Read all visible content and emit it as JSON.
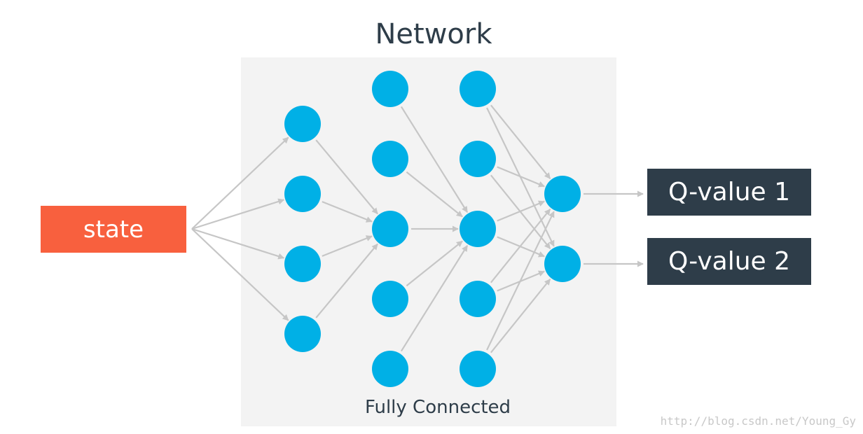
{
  "title": "Network",
  "subtitle": "Fully Connected",
  "input_label": "state",
  "outputs": [
    "Q-value 1",
    "Q-value 2"
  ],
  "watermark": "http://blog.csdn.net/Young_Gy",
  "layers": {
    "hidden1": 4,
    "hidden2": 5,
    "hidden3": 5,
    "output": 2
  },
  "colors": {
    "node": "#00b0e6",
    "state_box": "#f8603e",
    "output_box": "#2e3d49",
    "panel": "#f3f3f3",
    "edge": "#c6c6c6",
    "title_text": "#2e3d49",
    "box_text": "#ffffff",
    "watermark": "#c8c8c8"
  }
}
